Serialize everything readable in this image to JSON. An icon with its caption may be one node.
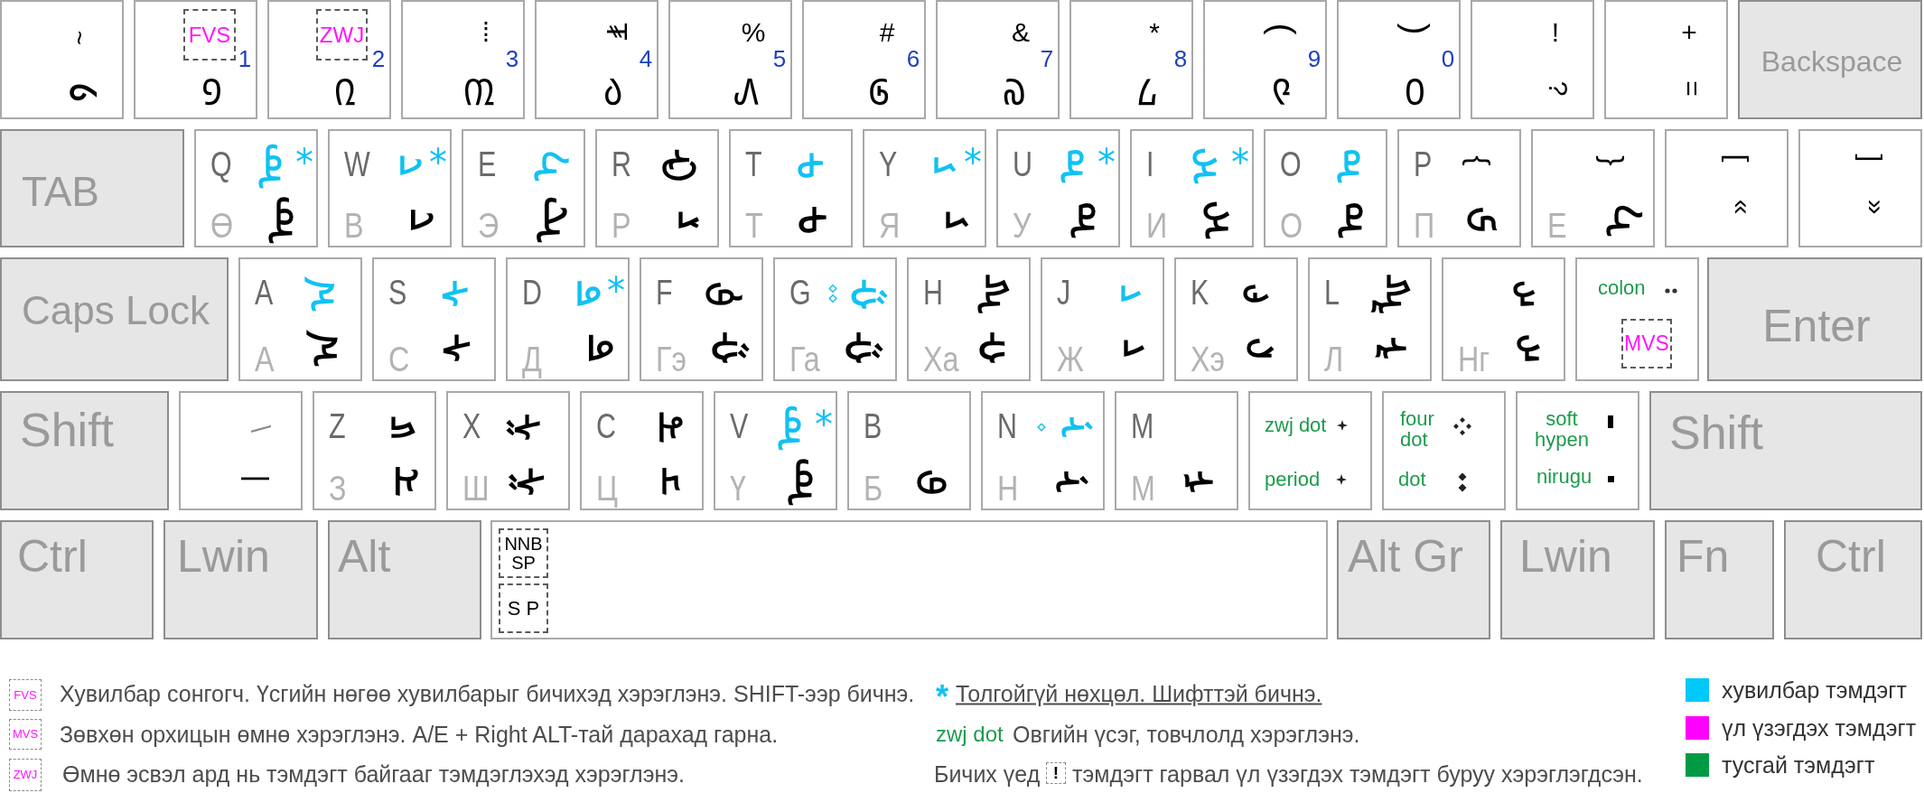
{
  "diagram": {
    "nodes": [
      {
        "text": [
          "~",
          "᠀"
        ]
      },
      {
        "text": [
          "1",
          "᠑"
        ]
      },
      {
        "text": [
          "FVS"
        ],
        "in": 1
      },
      {
        "text": [
          "2",
          "᠒"
        ]
      },
      {
        "text": [
          "ZWJ"
        ],
        "in": 3
      },
      {
        "text": [
          "⁞",
          "3",
          "᠓"
        ]
      },
      {
        "text": [
          "₮",
          "4",
          "᠔"
        ]
      },
      {
        "text": [
          "%",
          "5",
          "᠕"
        ]
      },
      {
        "text": [
          "#",
          "6",
          "᠖"
        ]
      },
      {
        "text": [
          "&",
          "7",
          "᠗"
        ]
      },
      {
        "text": [
          "*",
          "8",
          "᠘"
        ]
      },
      {
        "text": [
          "(",
          "9",
          "᠙"
        ]
      },
      {
        "text": [
          ")",
          "0",
          "᠐"
        ]
      },
      {
        "text": [
          "!",
          "?"
        ]
      },
      {
        "text": [
          "+",
          "="
        ]
      },
      {
        "text": [
          "Backspace"
        ]
      },
      {
        "text": [
          "TAB"
        ]
      },
      {
        "text": [
          "Q",
          "ᠥ*",
          "Ө",
          "ᠥ"
        ]
      },
      {
        "text": [
          "W",
          "ᠸ*",
          "В",
          "ᠸ"
        ]
      },
      {
        "text": [
          "E",
          "ᠡ",
          "Э",
          "ᠧ"
        ]
      },
      {
        "text": [
          "R",
          "ᠿ",
          "Р",
          "ᠷ"
        ]
      },
      {
        "text": [
          "T",
          "ᠲ",
          "Т",
          "ᠲ"
        ]
      },
      {
        "text": [
          "Y",
          "ᠶ*",
          "Я",
          "ᠶ"
        ]
      },
      {
        "text": [
          "U",
          "ᠤ*",
          "У",
          "ᠤ"
        ]
      },
      {
        "text": [
          "I",
          "ᠢ*",
          "И",
          "ᠢ"
        ]
      },
      {
        "text": [
          "O",
          "ᠣ",
          "О",
          "ᠣ"
        ]
      },
      {
        "text": [
          "P",
          "{",
          "П",
          "ᠫ"
        ]
      },
      {
        "text": [
          "}",
          "Е",
          "ᠡ"
        ]
      },
      {
        "text": [
          "[",
          "«"
        ]
      },
      {
        "text": [
          "]",
          "»"
        ]
      },
      {
        "text": [
          "Caps Lock"
        ]
      },
      {
        "text": [
          "A",
          "ᠠ",
          "А",
          "ᠠ"
        ]
      },
      {
        "text": [
          "S",
          "ᠰ",
          "С",
          "ᠰ"
        ]
      },
      {
        "text": [
          "D",
          "ᠳ*",
          "Д",
          "ᠳ"
        ]
      },
      {
        "text": [
          "F",
          "ᠹ",
          "Гэ",
          "ᠭ"
        ]
      },
      {
        "text": [
          "G",
          "ᠭ",
          "Га",
          "ᠭ"
        ]
      },
      {
        "text": [
          "H",
          "ᠾ",
          "Ха",
          "ᠬ"
        ]
      },
      {
        "text": [
          "J",
          "ᠵ",
          "Ж",
          "ᠵ"
        ]
      },
      {
        "text": [
          "K",
          "ᠻ",
          "Хэ",
          "ᠺ"
        ]
      },
      {
        "text": [
          "L",
          "ᡀ",
          "Л",
          "ᠯ"
        ]
      },
      {
        "text": [
          "ᠩ",
          "Нг",
          "ᠩ"
        ]
      },
      {
        "text": [
          "colon"
        ]
      },
      {
        "text": [
          "MVS"
        ],
        "in": 41
      },
      {
        "text": [
          "Enter"
        ]
      },
      {
        "text": [
          "Shift"
        ]
      },
      {
        "text": [
          "\\",
          "|"
        ]
      },
      {
        "text": [
          "Z",
          "ᡁ",
          "З",
          "ᠽ"
        ]
      },
      {
        "text": [
          "X",
          "ᠱ",
          "Ш",
          "ᠱ"
        ]
      },
      {
        "text": [
          "C",
          "ᠼ",
          "Ц",
          "ᠴ"
        ]
      },
      {
        "text": [
          "V",
          "ᠦ*",
          "Ү",
          "ᠦ"
        ]
      },
      {
        "text": [
          "B",
          "Б",
          "ᠪ"
        ]
      },
      {
        "text": [
          "N",
          "ᠨ",
          "Н",
          "ᠨ"
        ]
      },
      {
        "text": [
          "M",
          "М",
          "ᠮ"
        ]
      },
      {
        "text": [
          "zwj dot",
          "period"
        ]
      },
      {
        "text": [
          "four dot",
          "dot"
        ]
      },
      {
        "text": [
          "soft hypen",
          "nirugu"
        ]
      },
      {
        "text": [
          "Shift"
        ]
      },
      {
        "text": [
          "Ctrl"
        ]
      },
      {
        "text": [
          "Lwin"
        ]
      },
      {
        "text": [
          "Alt"
        ]
      },
      {
        "text": [],
        "shape": "box"
      },
      {
        "text": [
          "NNB SP"
        ],
        "in": 60
      },
      {
        "text": [
          "S P"
        ],
        "in": 60
      },
      {
        "text": [
          "Alt Gr"
        ]
      },
      {
        "text": [
          "Lwin"
        ]
      },
      {
        "text": [
          "Fn"
        ]
      },
      {
        "text": [
          "Ctrl"
        ]
      }
    ],
    "labels": [
      "FVS",
      "Хувилбар сонгогч. Үсгийн нөгөө хувилбарыг бичихэд хэрэглэнэ. SHIFT-ээр бичнэ.",
      "*",
      "Толгойгүй нөхцөл. Шифттэй бичнэ.",
      "MVS",
      "Зөвхөн орхицын өмнө хэрэглэнэ. A/E + Right ALT-тай дарахад гарна.",
      "zwj dot",
      "Овгийн үсэг, товчлолд хэрэглэнэ.",
      "ZWJ",
      "Өмнө эсвэл ард нь тэмдэгт байгааг тэмдэглэхэд хэрэглэнэ.",
      "Бичих үед",
      "!",
      "тэмдэгт гарвал үл үзэгдэх тэмдэгт буруу хэрэглэгдсэн."
    ],
    "legend": [
      {
        "text": "хувилбар тэмдэгт",
        "color": "#00c8f8"
      },
      {
        "text": "үл үзэгдэх тэмдэгт",
        "color": "#ff00ff"
      },
      {
        "text": "тусгай тэмдэгт",
        "color": "#009a44"
      }
    ]
  }
}
